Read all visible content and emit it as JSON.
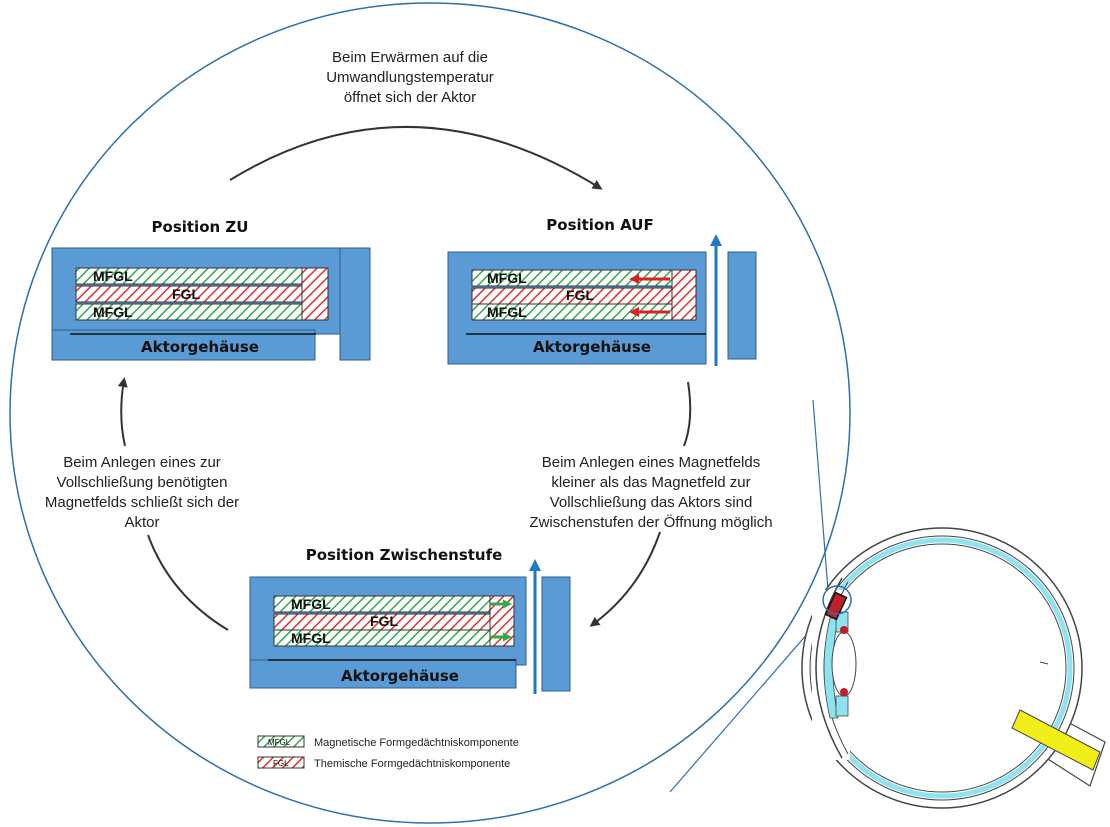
{
  "positions": {
    "closed": {
      "title": "Position ZU",
      "housing": "Aktorgehäuse",
      "mfgl_top": "MFGL",
      "fgl": "FGL",
      "mfgl_bottom": "MFGL"
    },
    "open": {
      "title": "Position AUF",
      "housing": "Aktorgehäuse",
      "mfgl_top": "MFGL",
      "fgl": "FGL",
      "mfgl_bottom": "MFGL"
    },
    "intermediate": {
      "title": "Position Zwischenstufe",
      "housing": "Aktorgehäuse",
      "mfgl_top": "MFGL",
      "fgl": "FGL",
      "mfgl_bottom": "MFGL"
    }
  },
  "transitions": {
    "heating": [
      "Beim Erwärmen auf die",
      "Umwandlungstemperatur",
      "öffnet sich der Aktor"
    ],
    "partial_field": [
      "Beim Anlegen eines Magnetfelds",
      "kleiner als das Magnetfeld zur",
      "Vollschließung das Aktors sind",
      "Zwischenstufen der Öffnung möglich"
    ],
    "full_field": [
      "Beim Anlegen eines zur",
      "Vollschließung benötigten",
      "Magnetfelds schließt sich der",
      "Aktor"
    ]
  },
  "legend": {
    "mfgl_swatch": "MFGL",
    "mfgl_text": "Magnetische Formgedächtniskomponente",
    "fgl_swatch": "FGL",
    "fgl_text": "Themische Formgedächtniskomponente"
  },
  "colors": {
    "housing": "#5B9BD5",
    "mfgl_stripe": "#2EAA4A",
    "fgl_stripe": "#E03030",
    "arrow_red": "#E02020",
    "arrow_green": "#2EAA4A",
    "arrow_blue": "#1F78C8",
    "eye_fluid": "#8FE3F0",
    "optic_nerve": "#F2EE1A",
    "curve_arrow": "#333333"
  }
}
